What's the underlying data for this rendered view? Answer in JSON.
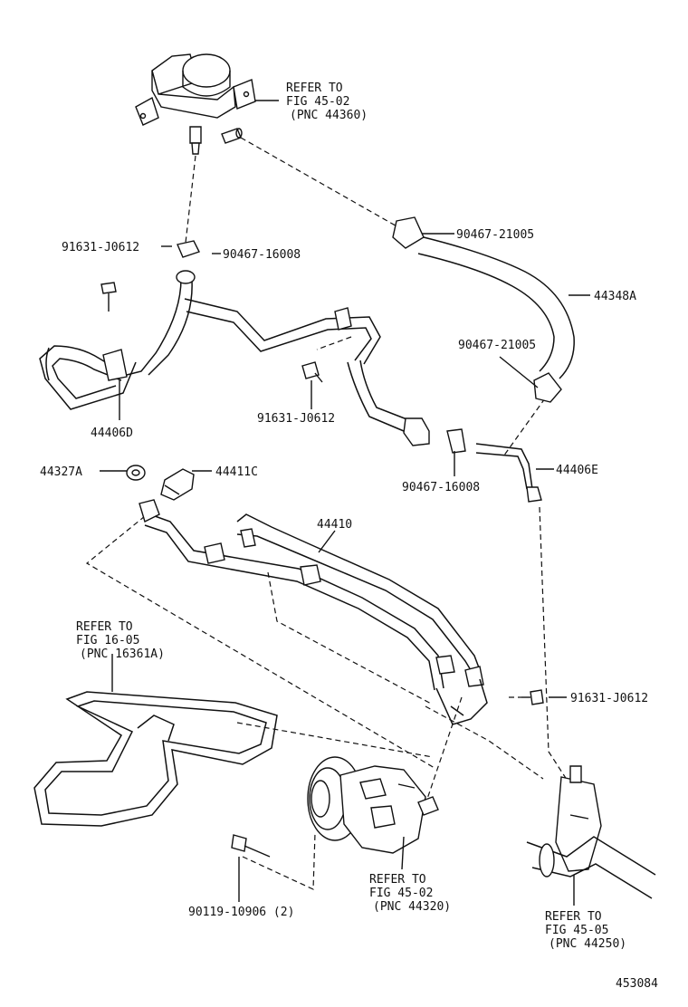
{
  "refs": {
    "reservoir": [
      "REFER TO",
      "FIG 45-02",
      "(PNC 44360)"
    ],
    "belt": [
      "REFER TO",
      "FIG 16-05",
      "(PNC 16361A)"
    ],
    "pump": [
      "REFER TO",
      "FIG 45-02",
      "(PNC 44320)"
    ],
    "gear": [
      "REFER TO",
      "FIG 45-05",
      "(PNC 44250)"
    ]
  },
  "parts": {
    "clip_top_right": "90467-21005",
    "bolt_top_left": "91631-J0612",
    "clip_top_left": "90467-16008",
    "hose_return": "44348A",
    "clip_mid_right": "90467-21005",
    "tube_return": "44406D",
    "bolt_mid": "91631-J0612",
    "clip_mid": "90467-16008",
    "clamp": "44327A",
    "union": "44411C",
    "tube_right": "44406E",
    "pressure_hose": "44410",
    "bolt_right": "91631-J0612",
    "pump_bolt": "90119-10906 (2)"
  },
  "figure_number": "453084"
}
